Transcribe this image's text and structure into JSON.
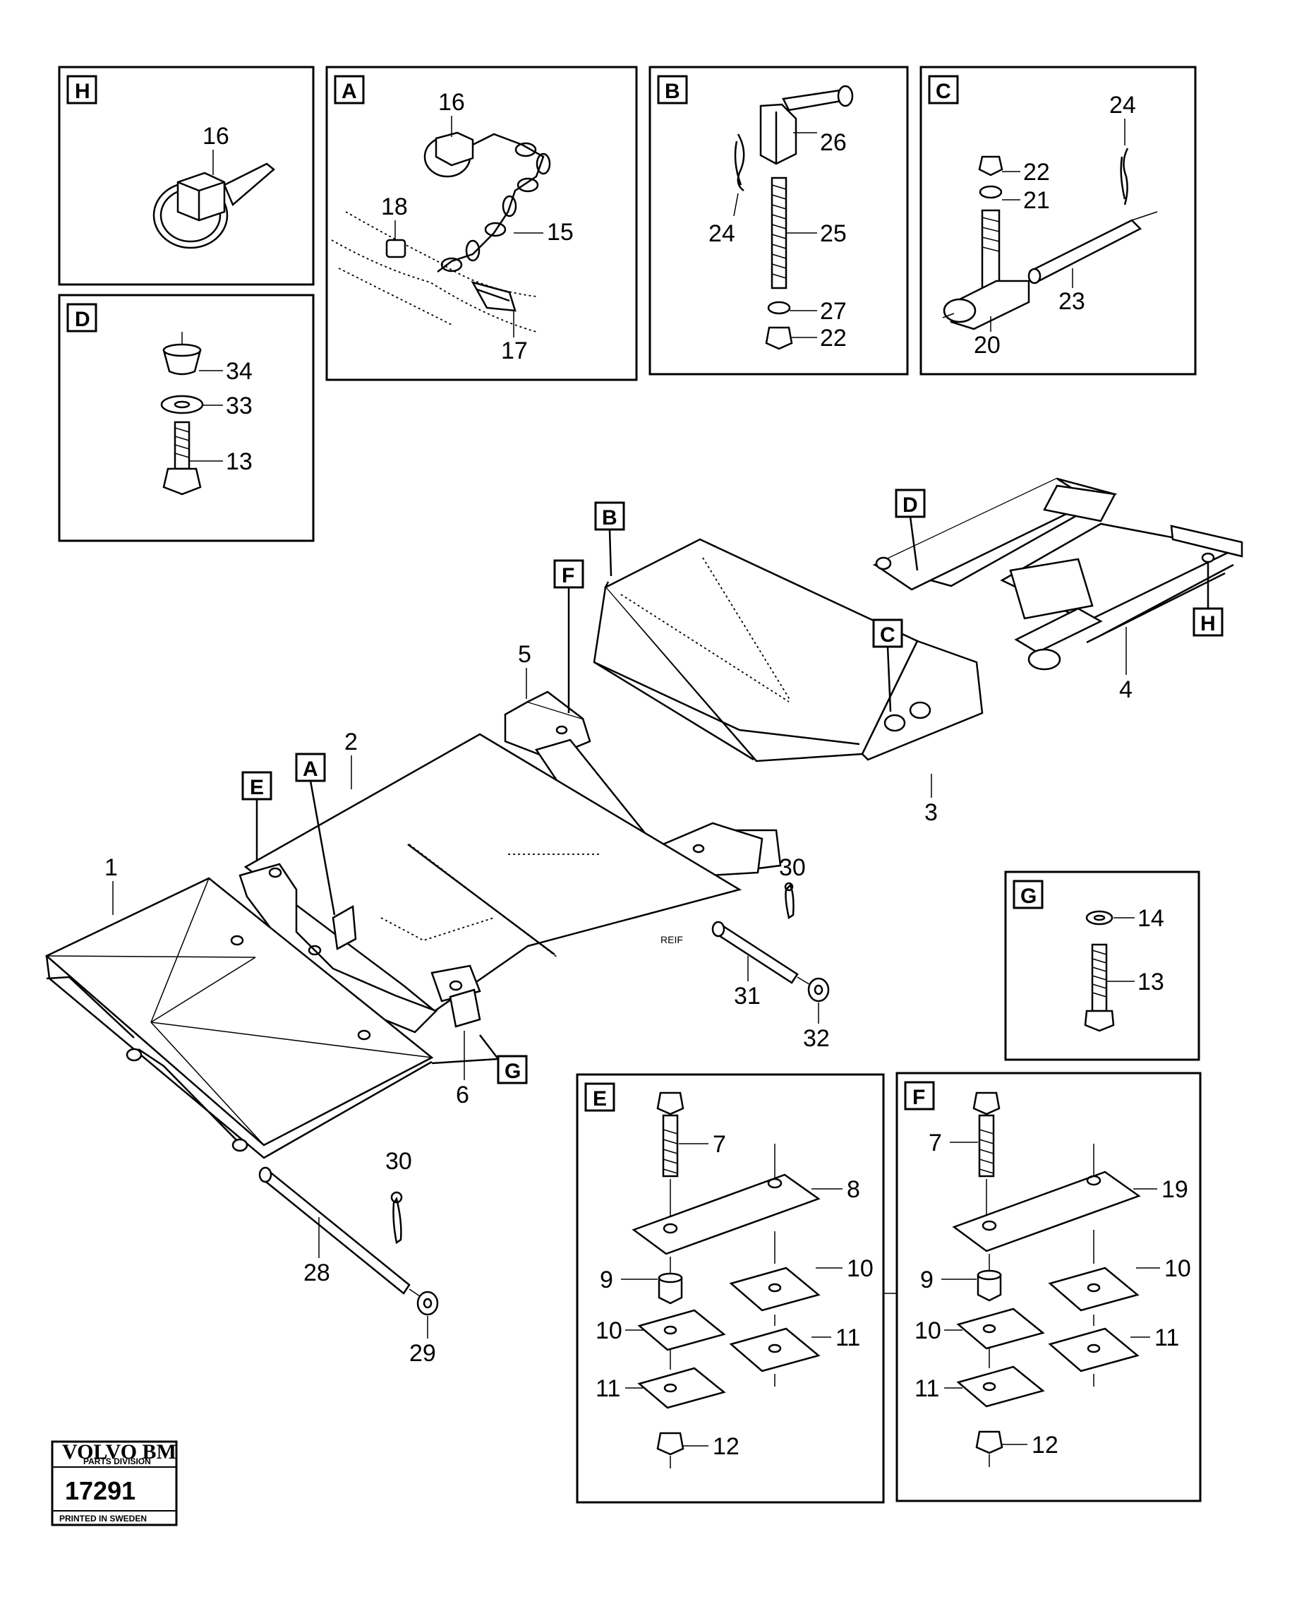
{
  "tags": {
    "H": "H",
    "A": "A",
    "B": "B",
    "C": "C",
    "D": "D",
    "E": "E",
    "F": "F",
    "G": "G"
  },
  "callouts": {
    "h16": "16",
    "a16": "16",
    "a18": "18",
    "a15": "15",
    "a17": "17",
    "b26": "26",
    "b24": "24",
    "b25": "25",
    "b27": "27",
    "b22": "22",
    "c24": "24",
    "c22": "22",
    "c21": "21",
    "c23": "23",
    "c20": "20",
    "d34": "34",
    "d33": "33",
    "d13": "13",
    "m1": "1",
    "m2": "2",
    "m3": "3",
    "m4": "4",
    "m5": "5",
    "m6": "6",
    "m28": "28",
    "m29": "29",
    "m30a": "30",
    "m30b": "30",
    "m31": "31",
    "m32": "32",
    "g14": "14",
    "g13": "13",
    "e7": "7",
    "e8": "8",
    "e9": "9",
    "e10a": "10",
    "e10b": "10",
    "e11a": "11",
    "e11b": "11",
    "e12": "12",
    "f7": "7",
    "f19": "19",
    "f9": "9",
    "f10a": "10",
    "f10b": "10",
    "f11a": "11",
    "f11b": "11",
    "f12": "12"
  },
  "frame_stamp": "REIF",
  "logo": {
    "brand": "VOLVO BM",
    "division": "PARTS DIVISION",
    "number": "17291",
    "printed": "PRINTED IN SWEDEN"
  }
}
